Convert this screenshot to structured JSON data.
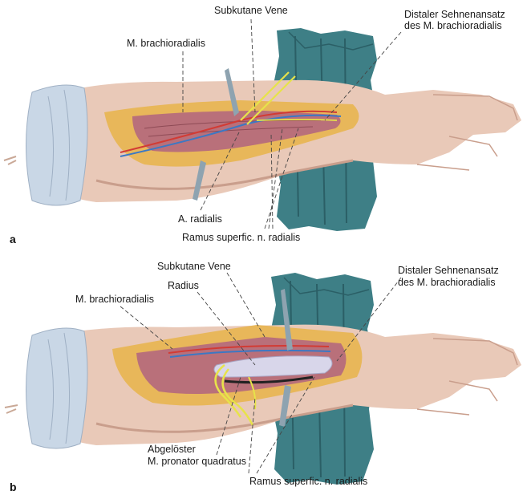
{
  "panel_a": {
    "letter": "a",
    "labels": {
      "subkutane_vene": "Subkutane Vene",
      "distaler_line1": "Distaler Sehnenansatz",
      "distaler_line2": "des M. brachioradialis",
      "m_brachioradialis": "M. brachioradialis",
      "a_radialis": "A. radialis",
      "ramus": "Ramus superfic. n. radialis"
    }
  },
  "panel_b": {
    "letter": "b",
    "labels": {
      "subkutane_vene": "Subkutane Vene",
      "radius": "Radius",
      "distaler_line1": "Distaler Sehnenansatz",
      "distaler_line2": "des M. brachioradialis",
      "m_brachioradialis": "M. brachioradialis",
      "abgeloster_line1": "Abgelöster",
      "abgeloster_line2": "M. pronator quadratus",
      "ramus": "Ramus superfic. n. radialis"
    }
  },
  "colors": {
    "drape": "#3e7f86",
    "drape_dark": "#2b5f66",
    "skin": "#e9c9b8",
    "skin_shadow": "#c99e8c",
    "sleeve": "#c9d7e6",
    "fat": "#e8b75a",
    "muscle": "#b9707a",
    "bone": "#d8d6ea",
    "nerve": "#e7e34a",
    "artery": "#d23b34",
    "vein": "#3b78c4",
    "retractor": "#8ea3b0"
  }
}
